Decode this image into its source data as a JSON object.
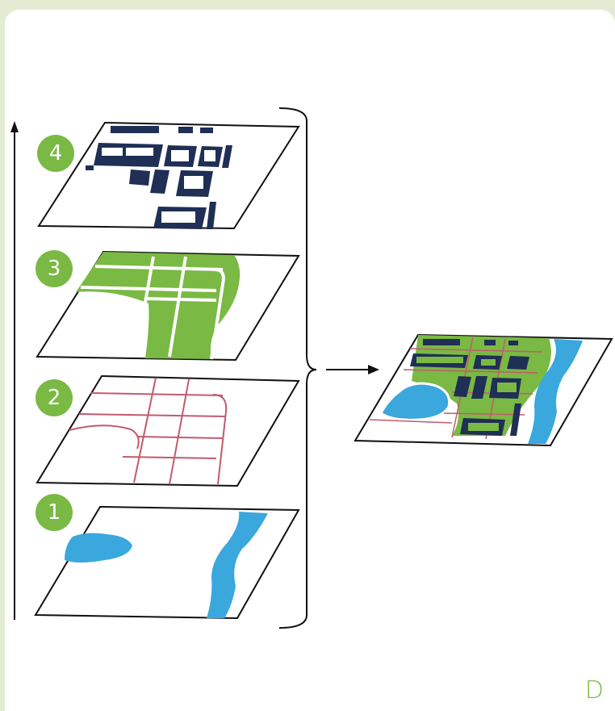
{
  "figure": {
    "panel_label": "D",
    "layers": [
      {
        "number": "4",
        "name": "buildings"
      },
      {
        "number": "3",
        "name": "green-space"
      },
      {
        "number": "2",
        "name": "roads"
      },
      {
        "number": "1",
        "name": "water"
      }
    ],
    "colors": {
      "badge": "#7ab944",
      "water": "#3aa7dd",
      "green": "#7ab944",
      "road": "#c35a6e",
      "building": "#1f2f55",
      "outline": "#111111",
      "background": "#e3ecd3"
    }
  }
}
